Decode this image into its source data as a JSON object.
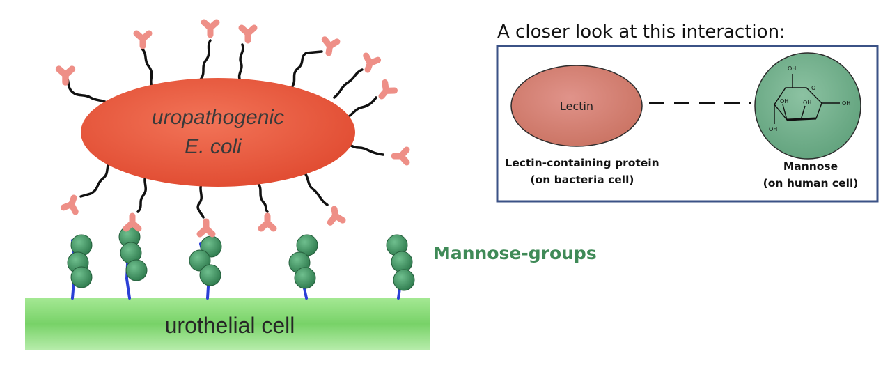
{
  "left_panel": {
    "bacterium_label_line1": "uropathogenic",
    "bacterium_label_line2": "E. coli",
    "cell_label": "urothelial cell",
    "mannose_groups_label": "Mannose-groups"
  },
  "right_panel": {
    "title": "A closer look at this interaction:",
    "lectin_label": "Lectin",
    "lectin_caption_line1": "Lectin-containing protein",
    "lectin_caption_line2": "(on bacteria cell)",
    "mannose_caption_line1": "Mannose",
    "mannose_caption_line2": "(on human cell)",
    "hydroxyl_label": "OH",
    "ring_oxygen_label": "O"
  },
  "colors": {
    "bacterium": "#e45838",
    "adhesin": "#ee8f87",
    "mannose_bead": "#3b8c5c",
    "linker": "#2b3fd6",
    "cell": "#7bd66b",
    "lectin": "#d2806f",
    "mannose_disk": "#74b08e",
    "frame": "#3b5286",
    "label_green": "#3f8a57"
  }
}
